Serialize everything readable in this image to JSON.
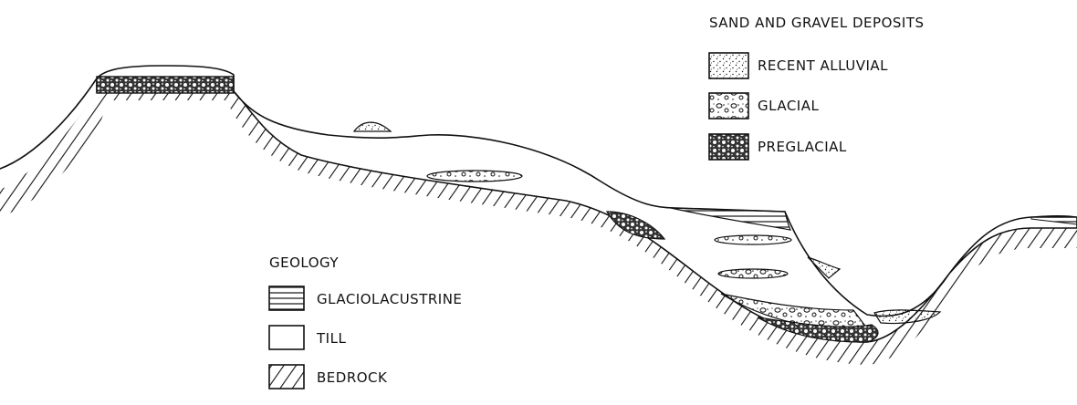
{
  "sand_gravel_legend": {
    "heading": "SAND AND GRAVEL DEPOSITS",
    "items": [
      {
        "label": "RECENT ALLUVIAL",
        "pattern": "fine-stipple"
      },
      {
        "label": "GLACIAL",
        "pattern": "open-gravel"
      },
      {
        "label": "PREGLACIAL",
        "pattern": "dense-gravel"
      }
    ]
  },
  "geology_legend": {
    "heading": "GEOLOGY",
    "items": [
      {
        "label": "GLACIOLACUSTRINE",
        "pattern": "horizontal-lines"
      },
      {
        "label": "TILL",
        "pattern": "blank"
      },
      {
        "label": "BEDROCK",
        "pattern": "diagonal-hatch"
      }
    ]
  },
  "colors": {
    "ink": "#111111",
    "background": "#ffffff"
  }
}
